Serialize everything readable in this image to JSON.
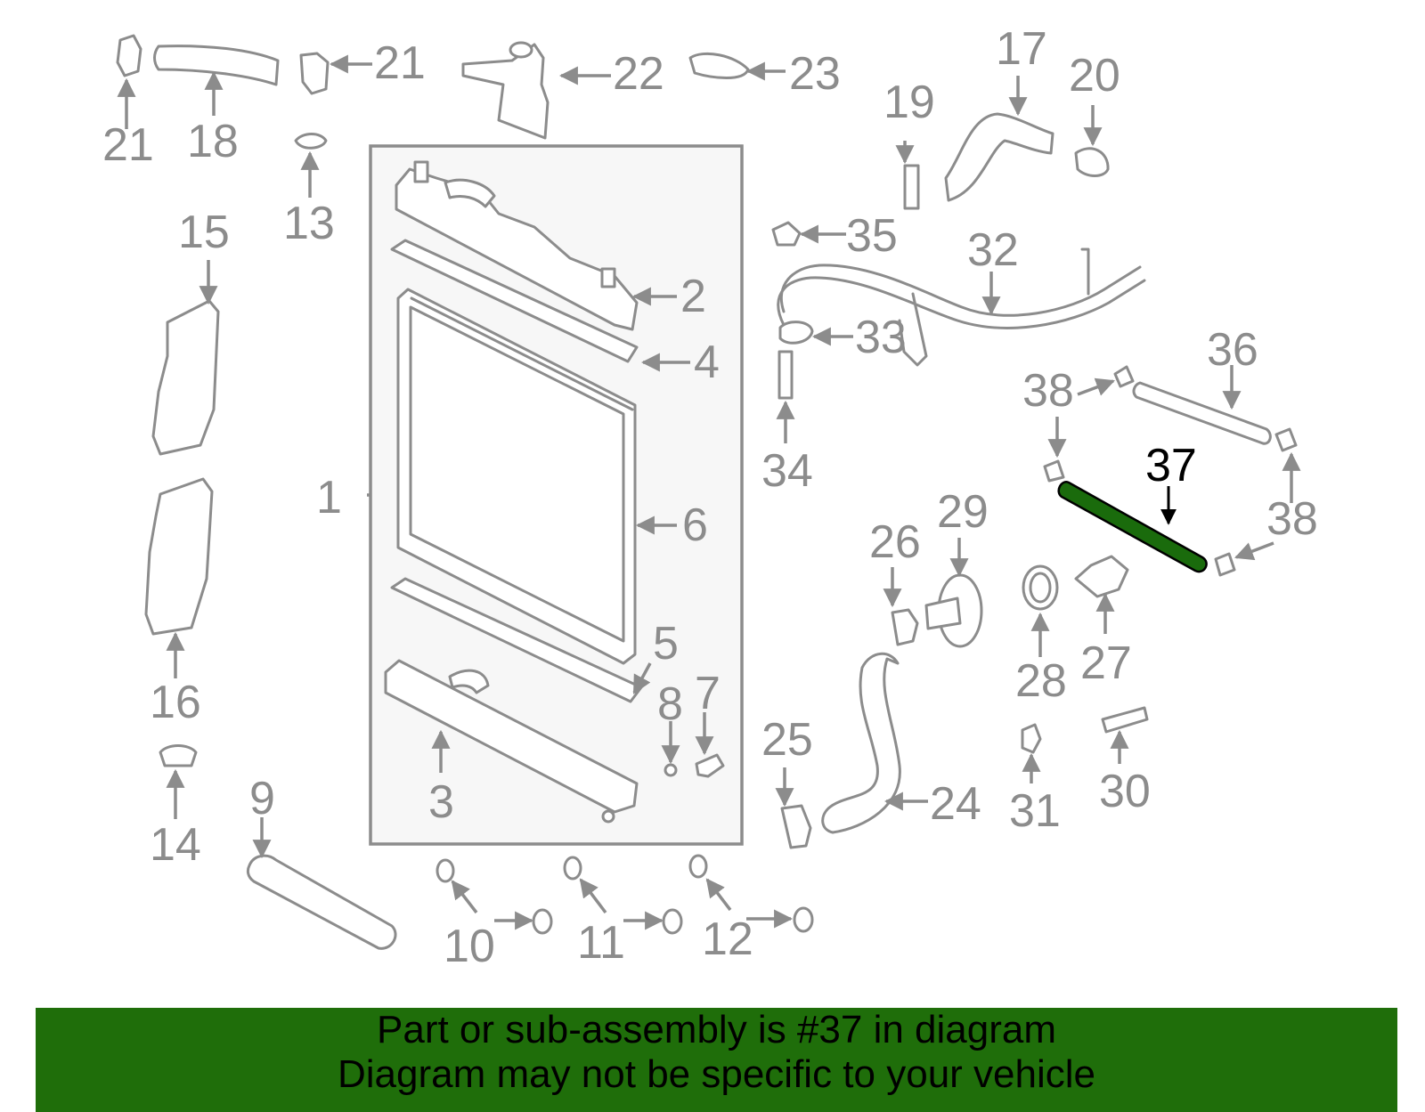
{
  "diagram": {
    "callouts": [
      "1",
      "2",
      "3",
      "4",
      "5",
      "6",
      "7",
      "8",
      "9",
      "10",
      "11",
      "12",
      "13",
      "14",
      "15",
      "16",
      "17",
      "18",
      "19",
      "20",
      "21",
      "21",
      "22",
      "23",
      "24",
      "25",
      "26",
      "27",
      "28",
      "29",
      "30",
      "31",
      "32",
      "33",
      "34",
      "35",
      "36",
      "37",
      "38",
      "38",
      "38"
    ],
    "highlighted_part": "37",
    "colors": {
      "highlight": "#1a6b0c",
      "line_art": "#8c8c8c",
      "banner": "#1f6e0a"
    }
  },
  "banner": {
    "line1": "Part or sub-assembly is #37 in diagram",
    "line2": "Diagram may not be specific to your vehicle"
  }
}
